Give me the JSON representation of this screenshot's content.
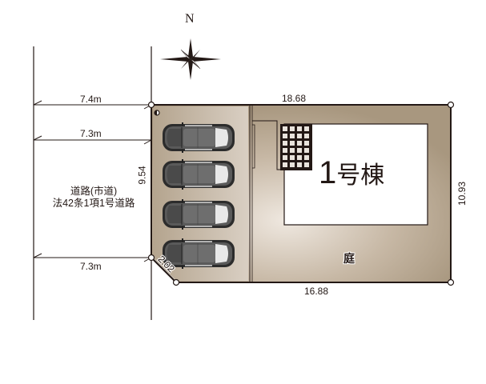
{
  "compass": {
    "label": "N",
    "icon": "compass-rose-icon"
  },
  "road": {
    "line1": "道路(市道)",
    "line2": "法42条1項1号道路",
    "widths": [
      "7.4m",
      "7.3m",
      "7.3m"
    ]
  },
  "lot": {
    "top_edge": "18.68",
    "bottom_edge": "16.88",
    "right_edge": "10.93",
    "left_edge": "9.54",
    "corner_cut": "2.02",
    "fill_color": "#a8977f",
    "outline_color": "#231815"
  },
  "building": {
    "label_num": "1",
    "label_suffix": "号棟",
    "fill_color": "#ffffff"
  },
  "garden": {
    "label": "庭"
  },
  "parking": {
    "car_count": 4
  }
}
